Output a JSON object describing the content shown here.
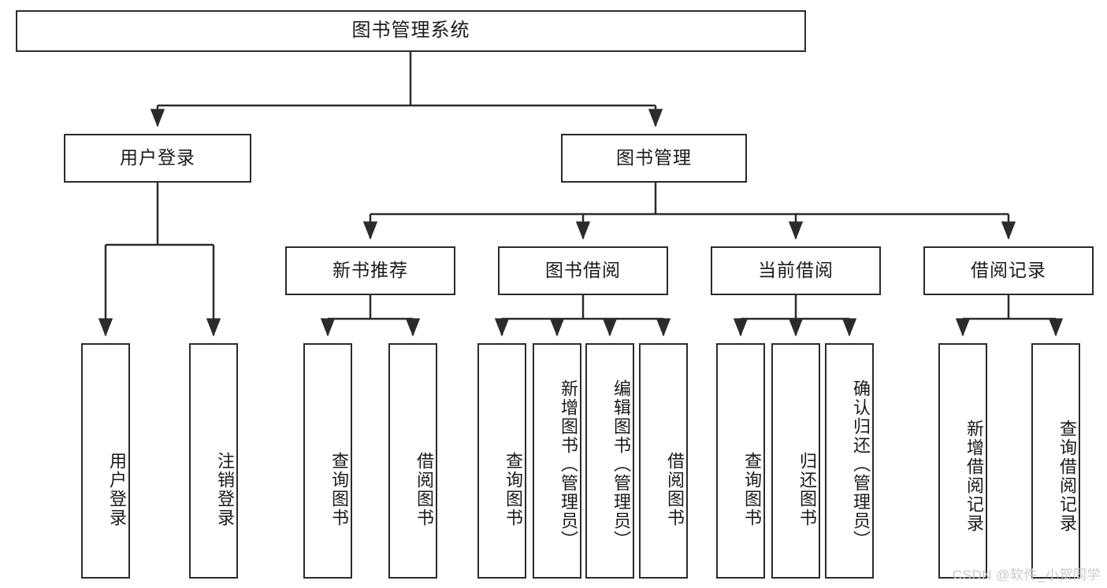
{
  "diagram": {
    "title": "图书管理系统",
    "type": "tree-hierarchy-chart",
    "watermark": "CSDN @软件_小贺同学",
    "stroke_color": "#2b2b2b",
    "text_color": "#1a1a1a",
    "background_color": "#ffffff"
  },
  "nodes": {
    "root": {
      "label": "图书管理系统"
    },
    "level2": [
      {
        "id": "user-login",
        "label": "用户登录"
      },
      {
        "id": "book-manage",
        "label": "图书管理"
      }
    ],
    "level3": [
      {
        "id": "new-book-recommend",
        "label": "新书推荐"
      },
      {
        "id": "book-borrow",
        "label": "图书借阅"
      },
      {
        "id": "current-borrow",
        "label": "当前借阅"
      },
      {
        "id": "borrow-record",
        "label": "借阅记录"
      }
    ],
    "leaves": {
      "user_login": [
        {
          "id": "leaf-user-login",
          "label": "用户登录"
        },
        {
          "id": "leaf-user-logout",
          "label": "注销登录"
        }
      ],
      "new_book_recommend": [
        {
          "id": "leaf-query-book-1",
          "label": "查询图书"
        },
        {
          "id": "leaf-borrow-book-1",
          "label": "借阅图书"
        }
      ],
      "book_borrow": [
        {
          "id": "leaf-query-book-2",
          "label": "查询图书"
        },
        {
          "id": "leaf-add-book",
          "label": "新增图书（管理员）"
        },
        {
          "id": "leaf-edit-book",
          "label": "编辑图书（管理员）"
        },
        {
          "id": "leaf-borrow-book-2",
          "label": "借阅图书"
        }
      ],
      "current_borrow": [
        {
          "id": "leaf-query-book-3",
          "label": "查询图书"
        },
        {
          "id": "leaf-return-book",
          "label": "归还图书"
        },
        {
          "id": "leaf-confirm-return",
          "label": "确认归还（管理员）"
        }
      ],
      "borrow_record": [
        {
          "id": "leaf-add-record",
          "label": "新增借阅记录"
        },
        {
          "id": "leaf-query-record",
          "label": "查询借阅记录"
        }
      ]
    }
  }
}
